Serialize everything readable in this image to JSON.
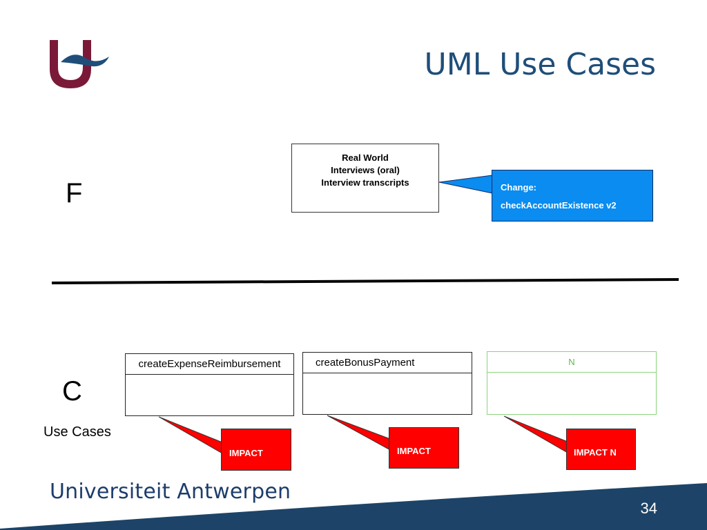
{
  "slide": {
    "title": "UML Use Cases",
    "page_number": "34",
    "university": "Universiteit Antwerpen"
  },
  "labels": {
    "f": "F",
    "c": "C",
    "use_cases": "Use Cases"
  },
  "real_world_box": {
    "lines": [
      "Real World",
      "Interviews (oral)",
      "Interview transcripts"
    ]
  },
  "change_callout": {
    "line1": "Change:",
    "line2": "checkAccountExistence  v2"
  },
  "use_cases": [
    {
      "name": "createExpenseReimbursement",
      "impact": "IMPACT"
    },
    {
      "name": "createBonusPayment",
      "impact": "IMPACT"
    },
    {
      "name": "N",
      "impact": "IMPACT N"
    }
  ],
  "colors": {
    "title": "#1f4e79",
    "logo": "#7a1a38",
    "change_fill": "#0a8cf0",
    "impact_fill": "#ff0000",
    "use_case_n_border": "#8cd47e",
    "use_case_n_text": "#5cb84a",
    "footer_band": "#1d4468"
  }
}
